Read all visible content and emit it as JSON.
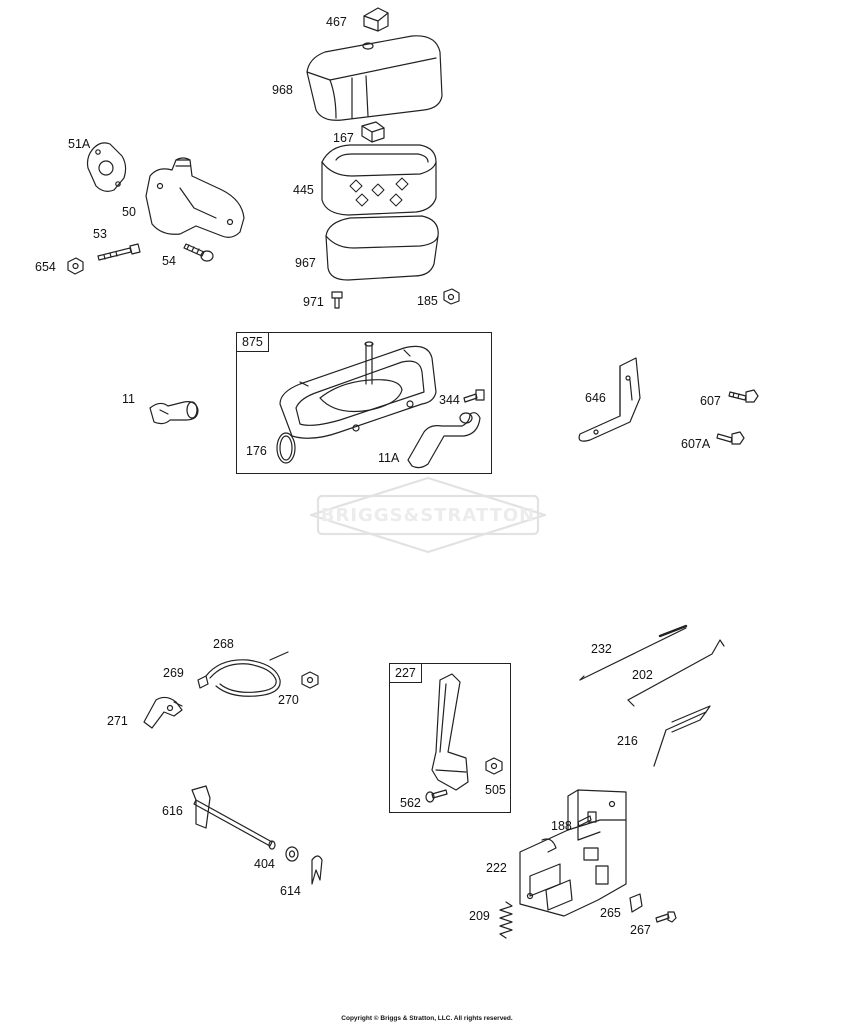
{
  "diagram": {
    "watermark": "BRIGGS&STRATTON",
    "copyright": "Copyright © Briggs & Stratton, LLC. All rights reserved.",
    "groups": {
      "g875": "875",
      "g227": "227"
    },
    "labels": {
      "p467": "467",
      "p968": "968",
      "p167": "167",
      "p445": "445",
      "p967": "967",
      "p971": "971",
      "p185": "185",
      "p51A": "51A",
      "p50": "50",
      "p53": "53",
      "p654": "654",
      "p54": "54",
      "p11": "11",
      "p176": "176",
      "p344": "344",
      "p11A": "11A",
      "p646": "646",
      "p607": "607",
      "p607A": "607A",
      "p268": "268",
      "p269": "269",
      "p270": "270",
      "p271": "271",
      "p562": "562",
      "p505": "505",
      "p232": "232",
      "p202": "202",
      "p216": "216",
      "p188": "188",
      "p222": "222",
      "p209": "209",
      "p265": "265",
      "p267": "267",
      "p616": "616",
      "p404": "404",
      "p614": "614"
    }
  }
}
